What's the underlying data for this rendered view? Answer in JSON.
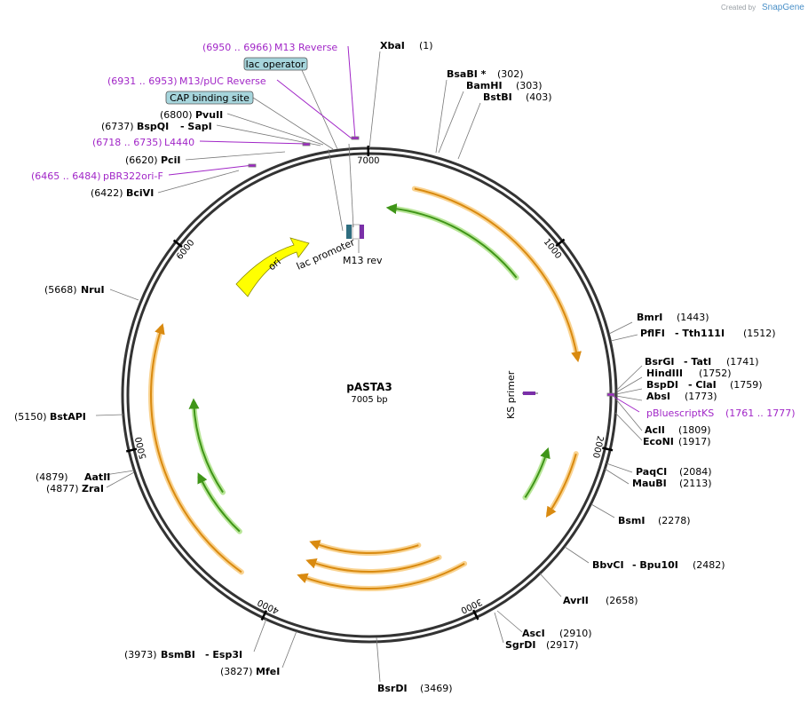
{
  "credit": {
    "created_by": "Created by",
    "brand": "SnapGene"
  },
  "plasmid": {
    "name": "pASTA3",
    "length_label": "7005 bp"
  },
  "ticks": [
    "1000",
    "2000",
    "3000",
    "4000",
    "5000",
    "6000",
    "7000"
  ],
  "sites": [
    {
      "name": "XbaI",
      "pos": "(1)"
    },
    {
      "name": "BsaBI *",
      "pos": "(302)"
    },
    {
      "name": "BamHI",
      "pos": "(303)"
    },
    {
      "name": "BstBI",
      "pos": "(403)"
    },
    {
      "name": "BmrI",
      "pos": "(1443)"
    },
    {
      "name": "PflFI",
      "name2": "- Tth111I",
      "pos": "(1512)"
    },
    {
      "name": "BsrGI",
      "name2": "- TatI",
      "pos": "(1741)"
    },
    {
      "name": "HindIII",
      "pos": "(1752)"
    },
    {
      "name": "BspDI",
      "name2": "- ClaI",
      "pos": "(1759)"
    },
    {
      "name": "AbsI",
      "pos": "(1773)"
    },
    {
      "name": "AclI",
      "pos": "(1809)"
    },
    {
      "name": "EcoNI",
      "pos": "(1917)"
    },
    {
      "name": "PaqCI",
      "pos": "(2084)"
    },
    {
      "name": "MauBI",
      "pos": "(2113)"
    },
    {
      "name": "BsmI",
      "pos": "(2278)"
    },
    {
      "name": "BbvCI",
      "name2": "- Bpu10I",
      "pos": "(2482)"
    },
    {
      "name": "AvrII",
      "pos": "(2658)"
    },
    {
      "name": "AscI",
      "pos": "(2910)"
    },
    {
      "name": "SgrDI",
      "pos": "(2917)"
    },
    {
      "name": "BsrDI",
      "pos": "(3469)"
    },
    {
      "name": "MfeI",
      "pos": "(3827)"
    },
    {
      "name": "BsmBI",
      "name2": "- Esp3I",
      "pos": "(3973)"
    },
    {
      "name": "ZraI",
      "pos": "(4877)"
    },
    {
      "name": "AatII",
      "pos": "(4879)"
    },
    {
      "name": "BstAPI",
      "pos": "(5150)"
    },
    {
      "name": "NruI",
      "pos": "(5668)"
    },
    {
      "name": "BciVI",
      "pos": "(6422)"
    },
    {
      "name": "PciI",
      "pos": "(6620)"
    },
    {
      "name": "BspQI",
      "name2": "- SapI",
      "pos": "(6737)"
    },
    {
      "name": "PvuII",
      "pos": "(6800)"
    }
  ],
  "primers": [
    {
      "name": "M13 Reverse",
      "range": "(6950 .. 6966)"
    },
    {
      "name": "M13/pUC Reverse",
      "range": "(6931 .. 6953)"
    },
    {
      "name": "L4440",
      "range": "(6718 .. 6735)"
    },
    {
      "name": "pBR322ori-F",
      "range": "(6465 .. 6484)"
    },
    {
      "name": "pBluescriptKS",
      "range": "(1761 .. 1777)"
    }
  ],
  "boxed_features": [
    "lac operator",
    "CAP binding site"
  ],
  "feature_labels": [
    "ori",
    "lac promoter",
    "M13 rev",
    "KS primer"
  ],
  "colors": {
    "backbone": "#333333",
    "cds_orange": "#f0a030",
    "cds_green": "#4aa820",
    "ori_yellow": "#ffff00",
    "primer": "#a126c7",
    "box_fill": "#a6d5dc"
  }
}
